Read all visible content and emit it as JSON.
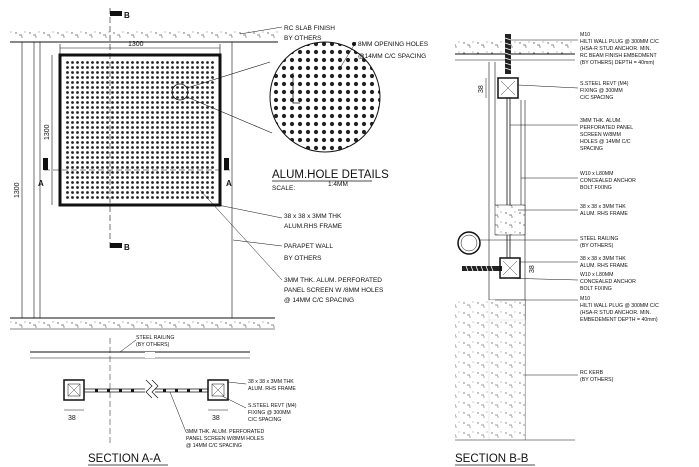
{
  "colors": {
    "ink": "#111111",
    "paper": "#ffffff",
    "hatch": "#6b6b6b"
  },
  "elevation": {
    "section_marks": {
      "top": "B",
      "bottom": "B",
      "left": "A",
      "right": "A"
    },
    "dims": {
      "width": "1300",
      "height_inner": "1300",
      "height_outer": "1300"
    },
    "notes": {
      "rc_slab": [
        "RC SLAB FINISH",
        "BY OTHERS"
      ],
      "rhs_frame": [
        "38 x 38 x 3MM THK",
        "ALUM.RHS FRAME"
      ],
      "parapet": [
        "PARAPET WALL",
        "BY OTHERS"
      ],
      "perforated": [
        "3MM THK. ALUM. PERFORATED",
        "PANEL SCREEN W /8MM HOLES",
        "@  14MM C/C SPACING"
      ]
    }
  },
  "hole_detail": {
    "note": [
      "8MM OPENING HOLES",
      "@14MM C/C SPACING"
    ],
    "title": "ALUM.HOLE DETAILS",
    "scale_label": "SCALE:",
    "scale_value": "1:4MM"
  },
  "section_aa": {
    "title": "SECTION A-A",
    "dims": [
      "38",
      "38"
    ],
    "notes": {
      "railing": [
        "STEEL RAILING",
        "(BY OTHERS)"
      ],
      "rhs": [
        "38 x 38 x 3MM THK",
        "ALUM. RHS FRAME"
      ],
      "revt": [
        "S.STEEL REVT (M4)",
        "FIXING @ 300MM",
        "C/C SPACING"
      ],
      "perforated": [
        "3MM THK. ALUM. PERFORATED",
        "PANEL SCREEN W/8MM HOLES",
        "@ 14MM C/C SPACING"
      ]
    }
  },
  "section_bb": {
    "title": "SECTION B-B",
    "dims": [
      "38",
      "38"
    ],
    "notes": {
      "m10_top": [
        "M10",
        "HILTI WALL PLUG @ 300MM C/C",
        "(HSA-R STUD ANCHOR. MIN.",
        "RC BEAM FINISH  EMBEDMENT",
        "(BY OTHERS)        DEPTH = 40mm)"
      ],
      "revt": [
        "S.STEEL REVT (M4)",
        "FIXING @ 300MM",
        "C/C SPACING"
      ],
      "perforated": [
        "3MM THK. ALUM.",
        "PERFORATED PANEL",
        "SCREEN W/8MM",
        "HOLES @ 14MM C/C",
        "SPACING"
      ],
      "anchor_top": [
        "W10 x L80MM",
        "CONCEALED ANCHOR",
        "BOLT FIXING"
      ],
      "rhs_top": [
        "38 x 38 x 3MM THK",
        "ALUM. RHS FRAME"
      ],
      "railing": [
        "STEEL RAILING",
        "(BY OTHERS)"
      ],
      "rhs_bottom": [
        "38 x 38 x 3MM THK",
        "ALUM. RHS FRAME"
      ],
      "anchor_bottom": [
        "W10 x L80MM",
        "CONCEALED ANCHOR",
        "BOLT FIXING"
      ],
      "m10_bottom": [
        "M10",
        "HILTI WALL PLUG @ 300MM C/C",
        "(HSA-R STUD ANCHOR. MIN.",
        "EMBEDEMENT DEPTH = 40mm)"
      ],
      "kerb": [
        "RC KERB",
        "(BY OTHERS)"
      ]
    }
  }
}
